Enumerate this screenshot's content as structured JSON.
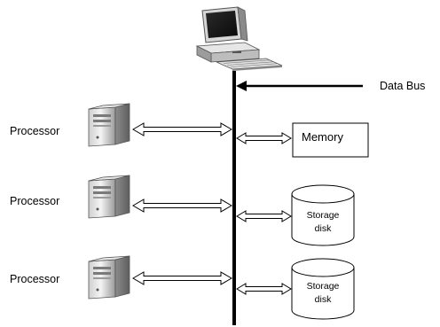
{
  "bus_label": "Data Bus",
  "processors": [
    {
      "label": "Processor"
    },
    {
      "label": "Processor"
    },
    {
      "label": "Processor"
    }
  ],
  "memory": {
    "label": "Memory"
  },
  "disks": [
    {
      "line1": "Storage",
      "line2": "disk"
    },
    {
      "line1": "Storage",
      "line2": "disk"
    }
  ],
  "icons": [
    "workstation-icon",
    "server-tower-icon",
    "disk-cylinder-icon"
  ]
}
